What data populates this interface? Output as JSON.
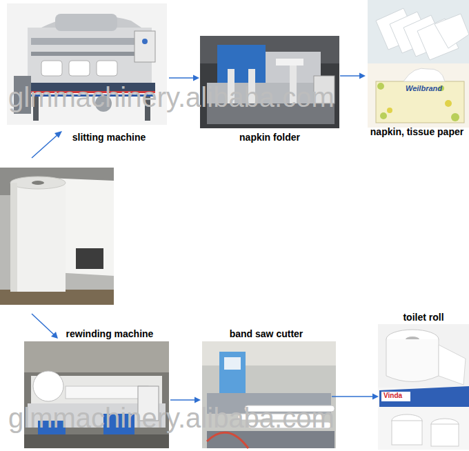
{
  "diagram": {
    "nodes": [
      {
        "text": [
          "slitting machine"
        ]
      },
      {
        "text": [
          "napkin folder"
        ]
      },
      {
        "text": [
          "napkin, tissue paper"
        ]
      },
      {
        "text": [
          "rewinding machine"
        ]
      },
      {
        "text": [
          "band saw cutter"
        ]
      },
      {
        "text": [
          "toilet roll"
        ]
      }
    ],
    "edges": [
      {
        "from": 0,
        "to": 1,
        "arrow": "to"
      },
      {
        "from": 1,
        "to": 2,
        "arrow": "to"
      },
      {
        "from": 3,
        "to": 4,
        "arrow": "to"
      },
      {
        "from": 4,
        "to": 5,
        "arrow": "to"
      }
    ],
    "labels": [
      "glmmachinery.alibaba.com",
      "glmmachinery.alibaba.com",
      "Weilbrand",
      "Vinda"
    ]
  }
}
